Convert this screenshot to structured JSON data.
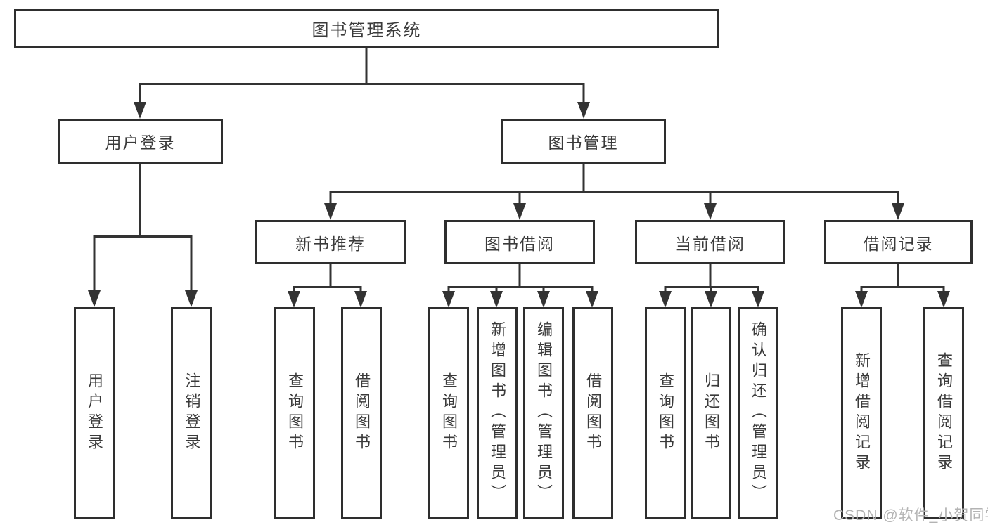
{
  "title": "图书管理系统",
  "colors": {
    "background": "#ffffff",
    "line": "#333333",
    "box_border": "#2e2e2e",
    "text": "#3a3a3a",
    "watermark": "#b3b3b3"
  },
  "watermark": {
    "text": "CSDN @软件_小贺同学"
  },
  "tree": {
    "label": "图书管理系统",
    "children": [
      {
        "label": "用户登录",
        "children": [
          {
            "label": "用户登录"
          },
          {
            "label": "注销登录"
          }
        ]
      },
      {
        "label": "图书管理",
        "children": [
          {
            "label": "新书推荐",
            "children": [
              {
                "label": "查询图书"
              },
              {
                "label": "借阅图书"
              }
            ]
          },
          {
            "label": "图书借阅",
            "children": [
              {
                "label": "查询图书"
              },
              {
                "label": "新增图书（管理员）"
              },
              {
                "label": "编辑图书（管理员）"
              },
              {
                "label": "借阅图书"
              }
            ]
          },
          {
            "label": "当前借阅",
            "children": [
              {
                "label": "查询图书"
              },
              {
                "label": "归还图书"
              },
              {
                "label": "确认归还（管理员）"
              }
            ]
          },
          {
            "label": "借阅记录",
            "children": [
              {
                "label": "新增借阅记录"
              },
              {
                "label": "查询借阅记录"
              }
            ]
          }
        ]
      }
    ]
  }
}
